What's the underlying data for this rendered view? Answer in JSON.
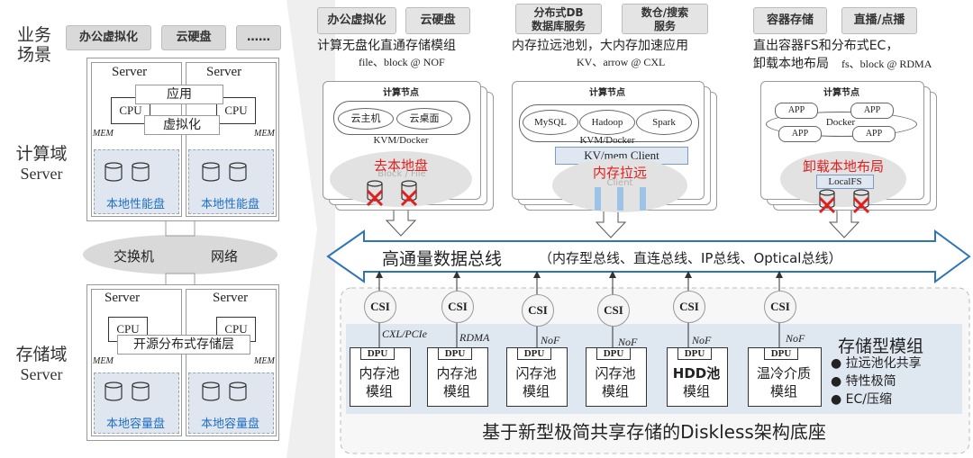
{
  "left": {
    "domain_business": "业务\n场景",
    "domain_compute_cn": "计算域",
    "domain_compute_en": "Server",
    "domain_storage_cn": "存储域",
    "domain_storage_en": "Server",
    "chips": [
      "办公虚拟化",
      "云硬盘",
      "……"
    ],
    "server_label": "Server",
    "app_band": "应用",
    "cpu_label": "CPU",
    "virt_band": "虚拟化",
    "mem_label": "MEM",
    "perf_disk": "本地性能盘",
    "switch_label": "交换机",
    "network_label": "网络",
    "storage_band": "开源分布式存储层",
    "capacity_disk": "本地容量盘"
  },
  "right": {
    "groups": [
      {
        "chips": [
          "办公虚拟化",
          "云硬盘"
        ],
        "desc_line1": "计算无盘化直通存储模组",
        "desc_line2_small": "file、block @ NOF",
        "node_title": "计算节点",
        "apps": [
          "云主机",
          "云桌面"
        ],
        "runtime": "KVM/Docker",
        "ghost_label": "Block / File",
        "highlight": "去本地盘"
      },
      {
        "chips": [
          "分布式DB\n数据库服务",
          "数仓/搜索\n服务"
        ],
        "desc_line1": "内存拉远池划，大内存加速应用",
        "desc_line2_small": "KV、arrow @ CXL",
        "node_title": "计算节点",
        "apps": [
          "MySQL",
          "Hadoop",
          "Spark"
        ],
        "runtime": "KVM/Docker",
        "client_bar": "KV/mem Client",
        "ghost_label": "Client",
        "highlight": "内存拉远"
      },
      {
        "chips": [
          "容器存储",
          "直播/点播"
        ],
        "desc_line1": "直出容器FS和分布式EC，",
        "desc_line2": "卸载本地布局",
        "desc_line2_small": "fs、block @ RDMA",
        "node_title": "计算节点",
        "apps": [
          "APP",
          "APP",
          "APP",
          "APP"
        ],
        "runtime": "Docker",
        "fs_bar": "LocalFS",
        "highlight": "卸载本地布局"
      }
    ],
    "bus_title": "高通量数据总线",
    "bus_subtitle": "（内存型总线、直连总线、IP总线、Optical总线）",
    "csi_label": "CSI",
    "dpu_label": "DPU",
    "links": [
      "CXL/PCIe",
      "RDMA",
      "NoF",
      "NoF",
      "NoF",
      "NoF"
    ],
    "modules": [
      {
        "line1": "内存池",
        "line2": "模组"
      },
      {
        "line1": "内存池",
        "line2": "模组"
      },
      {
        "line1": "闪存池",
        "line2": "模组"
      },
      {
        "line1": "闪存池",
        "line2": "模组"
      },
      {
        "line1": "HDD池",
        "line2": "模组"
      },
      {
        "line1": "温冷介质",
        "line2": "模组"
      }
    ],
    "storage_module_title": "存储型模组",
    "features": [
      "拉远池化共享",
      "特性极简",
      "EC/压缩"
    ],
    "foundation": "基于新型极简共享存储的Diskless架构底座"
  },
  "colors": {
    "highlight_red": "#e02020",
    "accent_blue": "#1f6fc4",
    "bus_blue": "#2e75b6",
    "panel_blue": "#dfe7f1"
  }
}
